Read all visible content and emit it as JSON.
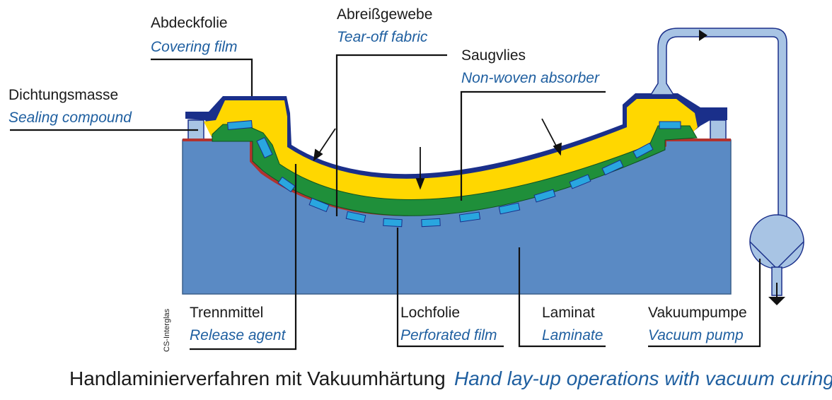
{
  "labels": {
    "covering_film": {
      "de": "Abdeckfolie",
      "en": "Covering film"
    },
    "tear_off_fabric": {
      "de": "Abreißgewebe",
      "en": "Tear-off fabric"
    },
    "non_woven_absorber": {
      "de": "Saugvlies",
      "en": "Non-woven absorber"
    },
    "sealing_compound": {
      "de": "Dichtungsmasse",
      "en": "Sealing compound"
    },
    "release_agent": {
      "de": "Trennmittel",
      "en": "Release agent"
    },
    "perforated_film": {
      "de": "Lochfolie",
      "en": "Perforated film"
    },
    "laminate": {
      "de": "Laminat",
      "en": "Laminate"
    },
    "vacuum_pump": {
      "de": "Vakuumpumpe",
      "en": "Vacuum pump"
    }
  },
  "credit": "CS-Interglas",
  "caption": {
    "de": "Handlaminierverfahren mit Vakuumhärtung",
    "en": "Hand lay-up operations with vacuum curing"
  },
  "colors": {
    "mold": "#5a8ac4",
    "mold_edge": "#3a5f8a",
    "covering_film": "#1a2f8a",
    "absorber": "#ffd700",
    "laminate": "#1f8f3a",
    "release_agent": "#b2322e",
    "perforated_film": "#29a6df",
    "pipe": "#a8c4e4",
    "label_en": "#1f5fa0"
  }
}
